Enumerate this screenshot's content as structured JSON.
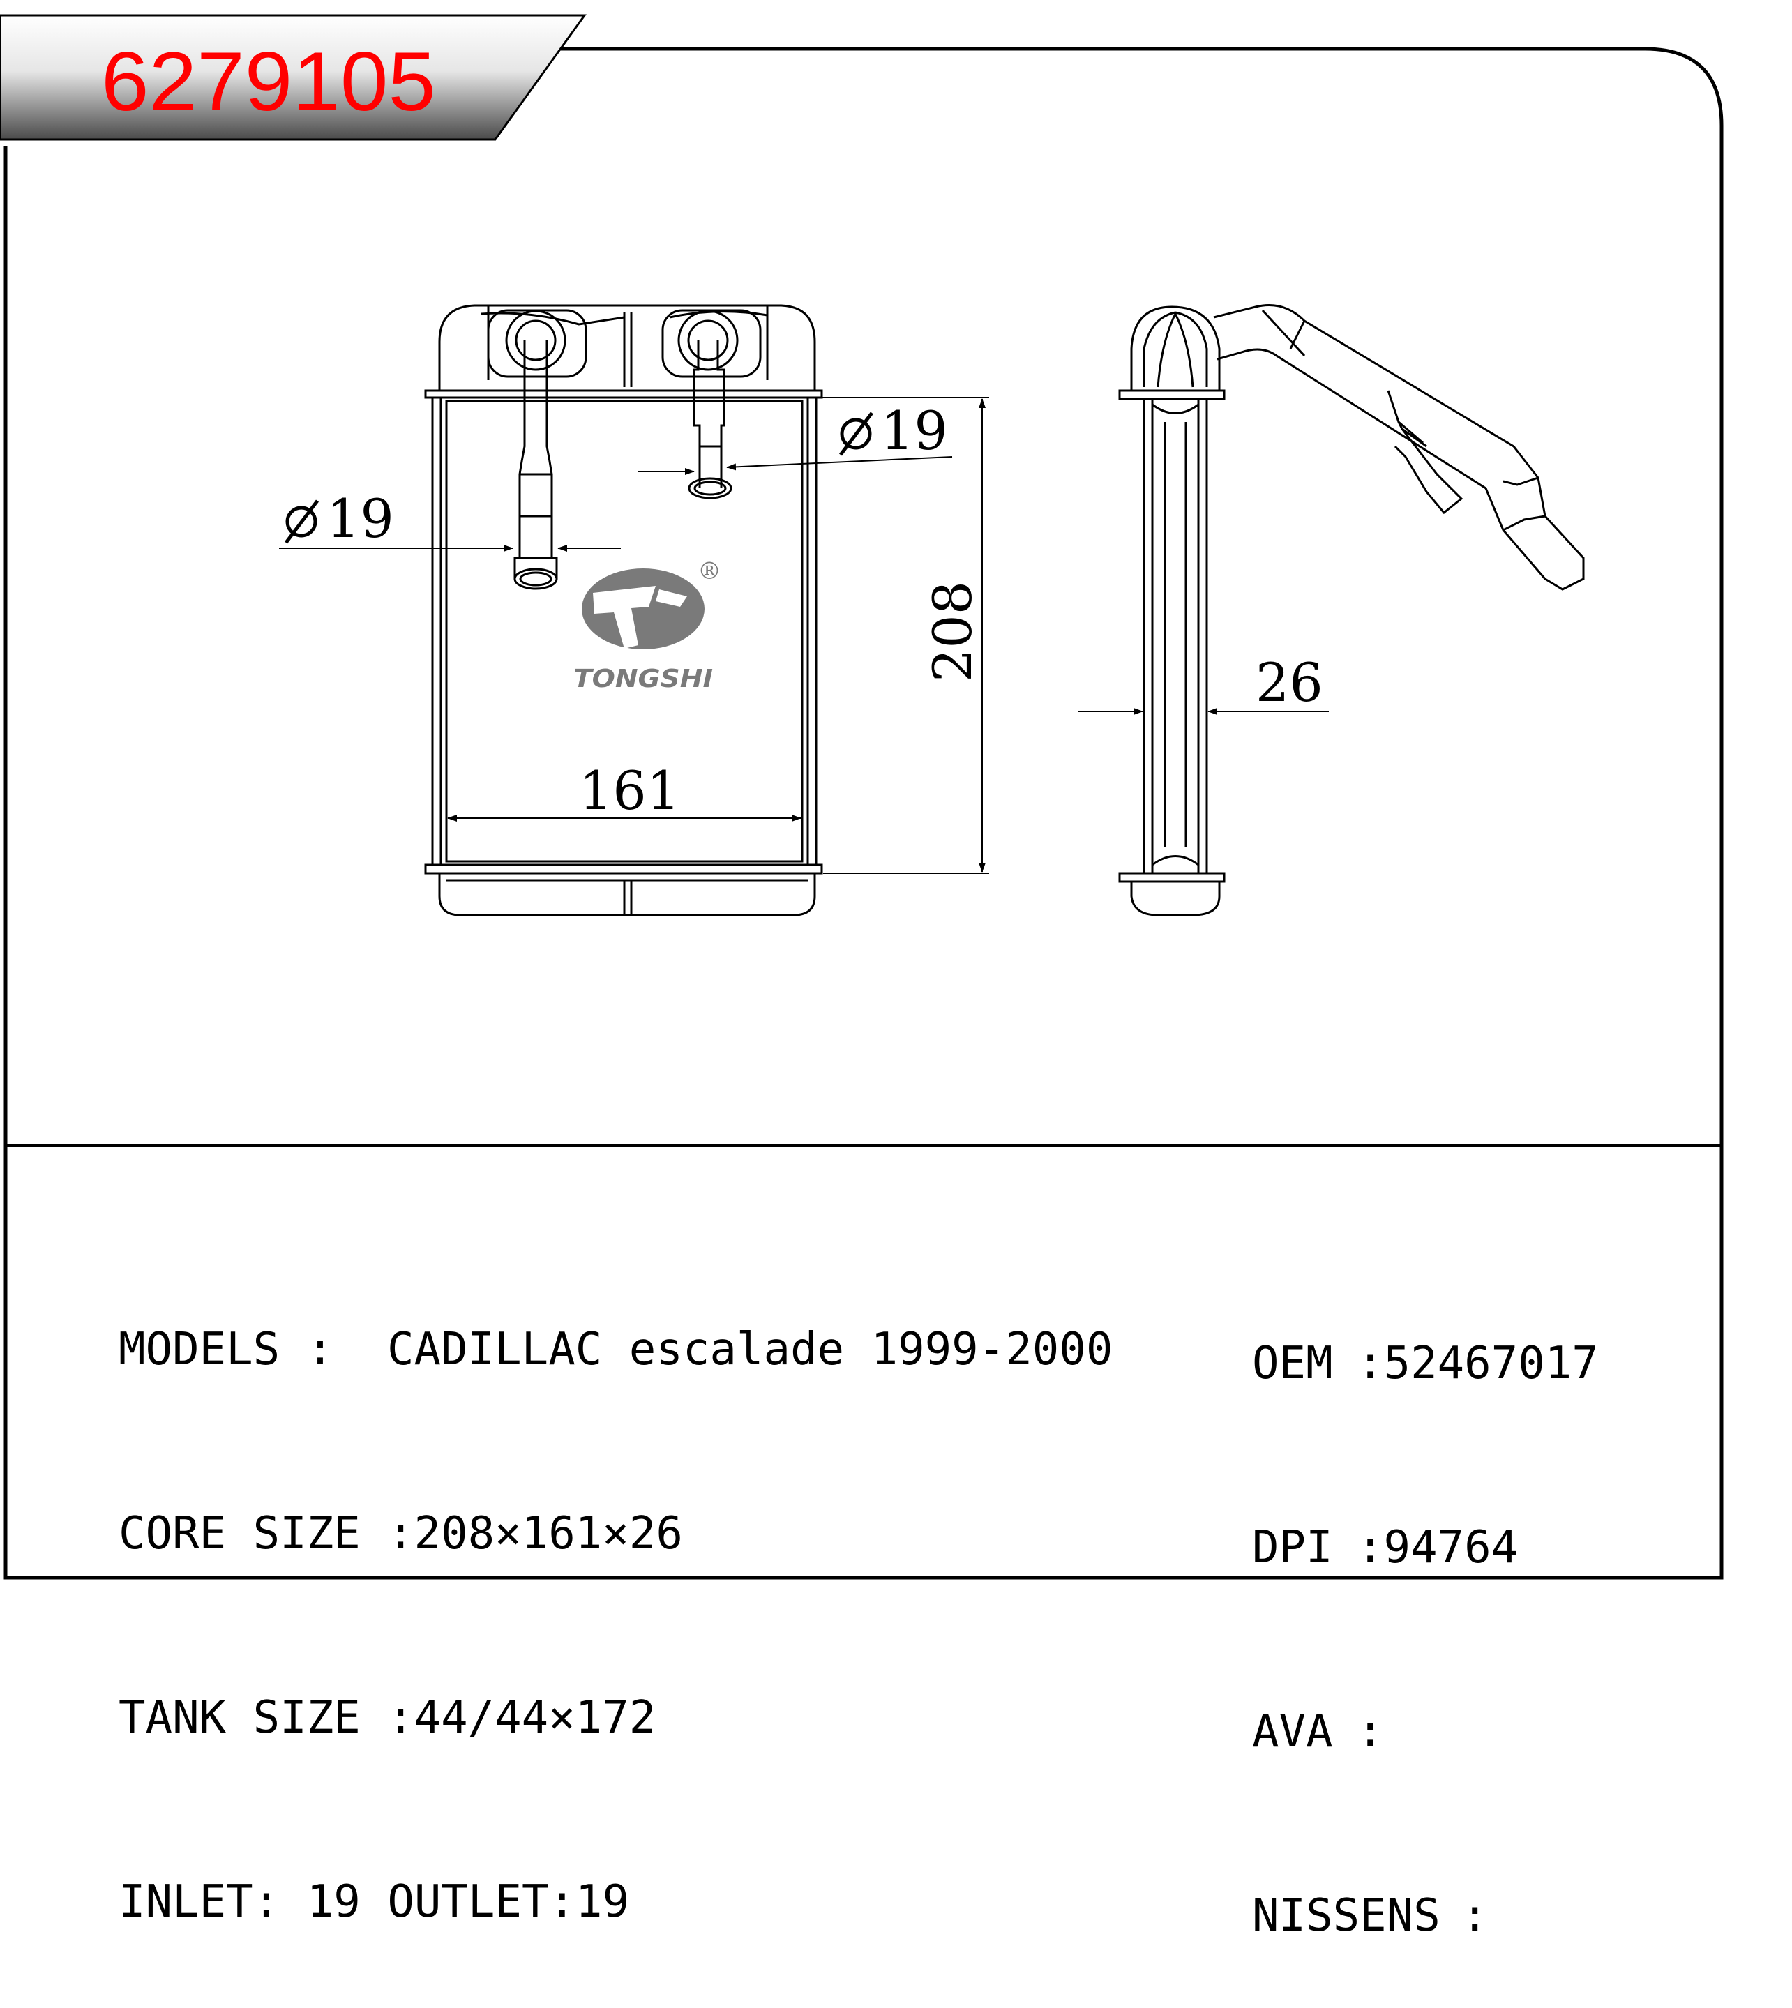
{
  "header": {
    "part_number": "6279105",
    "part_number_color": "#ff0000"
  },
  "drawing": {
    "inlet_diameter_label": "19",
    "outlet_diameter_label": "19",
    "core_width_label": "161",
    "core_height_label": "208",
    "core_depth_label": "26",
    "logo_name": "TONGSHI",
    "logo_mark": "®",
    "logo_color": "#7a7a7a"
  },
  "specs": {
    "models": {
      "label": "MODELS :",
      "value": "CADILLAC escalade 1999-2000"
    },
    "core_size": {
      "label": "CORE SIZE",
      "value": ":208×161×26"
    },
    "tank_size": {
      "label": "TANK SIZE",
      "value": ":44/44×172"
    },
    "ports": {
      "inlet_label": "INLET:",
      "inlet_value": "19",
      "outlet_label": "OUTLET:",
      "outlet_value": "19"
    },
    "oem": {
      "label": "OEM",
      "value": ":52467017"
    },
    "dpi": {
      "label": "DPI",
      "value": ":94764"
    },
    "ava": {
      "label": "AVA",
      "value": ":"
    },
    "nissens": {
      "label": "NISSENS",
      "value": ":"
    }
  }
}
